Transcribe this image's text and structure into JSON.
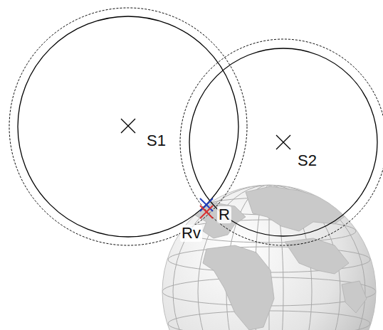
{
  "diagram": {
    "labels": [
      "S1",
      "S2",
      "R",
      "Rv"
    ]
  }
}
